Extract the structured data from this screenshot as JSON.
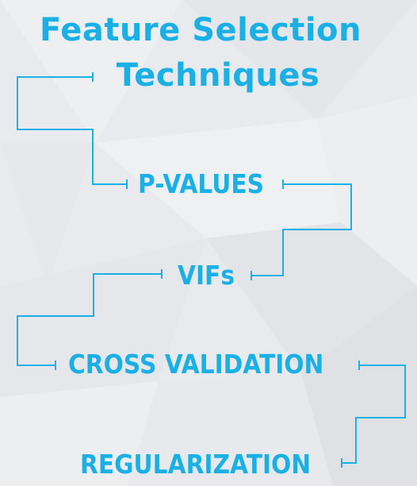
{
  "title": {
    "line1": "Feature Selection",
    "line2": "Techniques"
  },
  "techniques": [
    "P-VALUES",
    "VIFs",
    "CROSS VALIDATION",
    "REGULARIZATION"
  ],
  "colors": {
    "accent": "#1ab0e6",
    "background": "#e9ebee"
  }
}
